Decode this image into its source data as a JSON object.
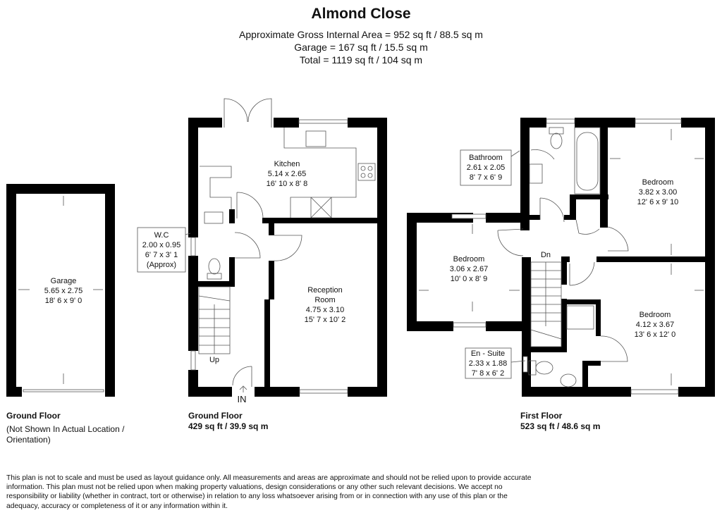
{
  "header": {
    "title": "Almond Close",
    "gross_internal_area": "Approximate Gross Internal Area = 952 sq ft / 88.5 sq m",
    "garage_area": "Garage = 167 sq ft / 15.5 sq m",
    "total_area": "Total = 1119 sq ft / 104 sq m"
  },
  "rooms": {
    "garage": {
      "name": "Garage",
      "metric": "5.65 x 2.75",
      "imperial": "18' 6 x 9' 0"
    },
    "kitchen": {
      "name": "Kitchen",
      "metric": "5.14 x 2.65",
      "imperial": "16' 10 x 8' 8"
    },
    "wc": {
      "name": "W.C",
      "metric": "2.00 x 0.95",
      "imperial": "6' 7 x 3' 1",
      "note": "(Approx)"
    },
    "reception": {
      "name1": "Reception",
      "name2": "Room",
      "metric": "4.75 x 3.10",
      "imperial": "15' 7 x 10' 2"
    },
    "bathroom": {
      "name": "Bathroom",
      "metric": "2.61 x 2.05",
      "imperial": "8' 7 x 6' 9"
    },
    "bedroom_1": {
      "name": "Bedroom",
      "metric": "3.82 x 3.00",
      "imperial": "12' 6 x 9' 10"
    },
    "bedroom_2": {
      "name": "Bedroom",
      "metric": "3.06 x 2.67",
      "imperial": "10' 0 x 8' 9"
    },
    "bedroom_3": {
      "name": "Bedroom",
      "metric": "4.12 x 3.67",
      "imperial": "13' 6 x 12' 0"
    },
    "en_suite": {
      "name": "En - Suite",
      "metric": "2.33 x 1.88",
      "imperial": "7' 8 x 6' 2"
    }
  },
  "annotations": {
    "stairs_up": "Up",
    "stairs_down": "Dn",
    "entrance": "IN"
  },
  "floors": {
    "garage_floor": {
      "name": "Ground Floor",
      "note1": "(Not Shown In Actual Location /",
      "note2": "Orientation)"
    },
    "ground_floor": {
      "name": "Ground Floor",
      "area": "429 sq ft / 39.9 sq m"
    },
    "first_floor": {
      "name": "First Floor",
      "area": "523 sq ft / 48.6 sq m"
    }
  },
  "disclaimer": "This plan is not to scale and must be used as layout guidance only. All measurements and areas are approximate and should not be relied upon to provide accurate information. This plan must not be relied upon when making property valuations, design considerations or any other such relevant decisions. We accept no responsibility or liability (whether in contract, tort or otherwise) in relation to any loss whatsoever arising from or in connection with any use of this plan or the adequacy, accuracy or completeness of it or any information within it."
}
